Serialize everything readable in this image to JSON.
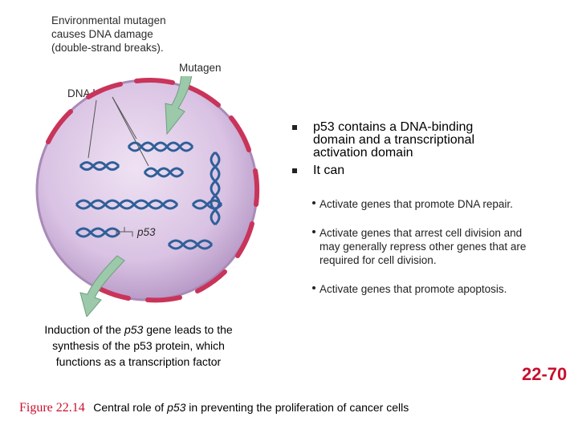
{
  "figure": {
    "env_lines": [
      "Environmental mutagen",
      "causes DNA damage",
      "(double-strand breaks)."
    ],
    "mutagen_label": "Mutagen",
    "dna_break_label": "DNA break",
    "p53_label": "p53"
  },
  "bullets": [
    {
      "lines": [
        "p53 contains a DNA-binding",
        "domain and a transcriptional",
        "activation domain"
      ]
    },
    {
      "lines": [
        "It can"
      ]
    }
  ],
  "sub_items": [
    {
      "lines": [
        "Activate genes that promote DNA repair."
      ]
    },
    {
      "lines": [
        "Activate genes that arrest cell division and",
        "may generally repress other genes that are",
        "required for cell division."
      ]
    },
    {
      "lines": [
        "Activate genes that promote apoptosis."
      ]
    }
  ],
  "caption": {
    "line1_before": "Induction of the ",
    "line1_italic": "p53",
    "line1_after": " gene leads to the",
    "line2": "synthesis of the p53 protein, which",
    "line3": "functions as a transcription factor"
  },
  "footer": {
    "figure_number": "Figure 22.14",
    "text_before": "Central role of ",
    "text_italic": "p53",
    "text_after": " in preventing the proliferation of cancer cells"
  },
  "page_number": "22-70",
  "colors": {
    "nucleus_fill": "#d9c2e3",
    "nucleus_edge": "#a98ab7",
    "membrane_red": "#c9345a",
    "dna_blue": "#2f5f99",
    "arrow_fill": "#9cc9a9",
    "accent_red": "#c8102e"
  }
}
